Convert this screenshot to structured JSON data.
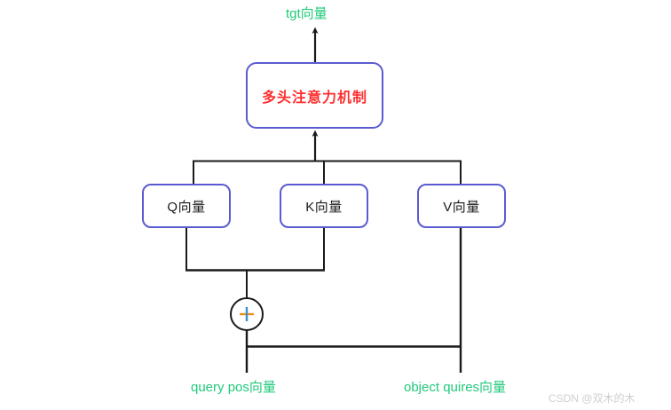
{
  "diagram": {
    "title_label": "tgt向量",
    "attention": {
      "label": "多头注意力机制",
      "text_color": "#fe2f2f",
      "border_color": "#5b5bd1"
    },
    "nodes": [
      {
        "id": "q",
        "label": "Q向量"
      },
      {
        "id": "k",
        "label": "K向量"
      },
      {
        "id": "v",
        "label": "V向量"
      }
    ],
    "operator": {
      "symbol": "+",
      "name": "sum-operator",
      "horizontal_stroke_color": "#e8911d",
      "vertical_stroke_color": "#3b8fd4",
      "circle_color": "#1a1a1a"
    },
    "inputs": [
      {
        "id": "query-pos",
        "label": "query pos向量"
      },
      {
        "id": "object-quires",
        "label": "object quires向量"
      }
    ],
    "colors": {
      "green_text": "#20c97a",
      "box_border": "#5b5bd1",
      "connector": "#1a1a1a",
      "watermark": "#cfcfcf"
    },
    "watermark": "CSDN @双木的木"
  }
}
